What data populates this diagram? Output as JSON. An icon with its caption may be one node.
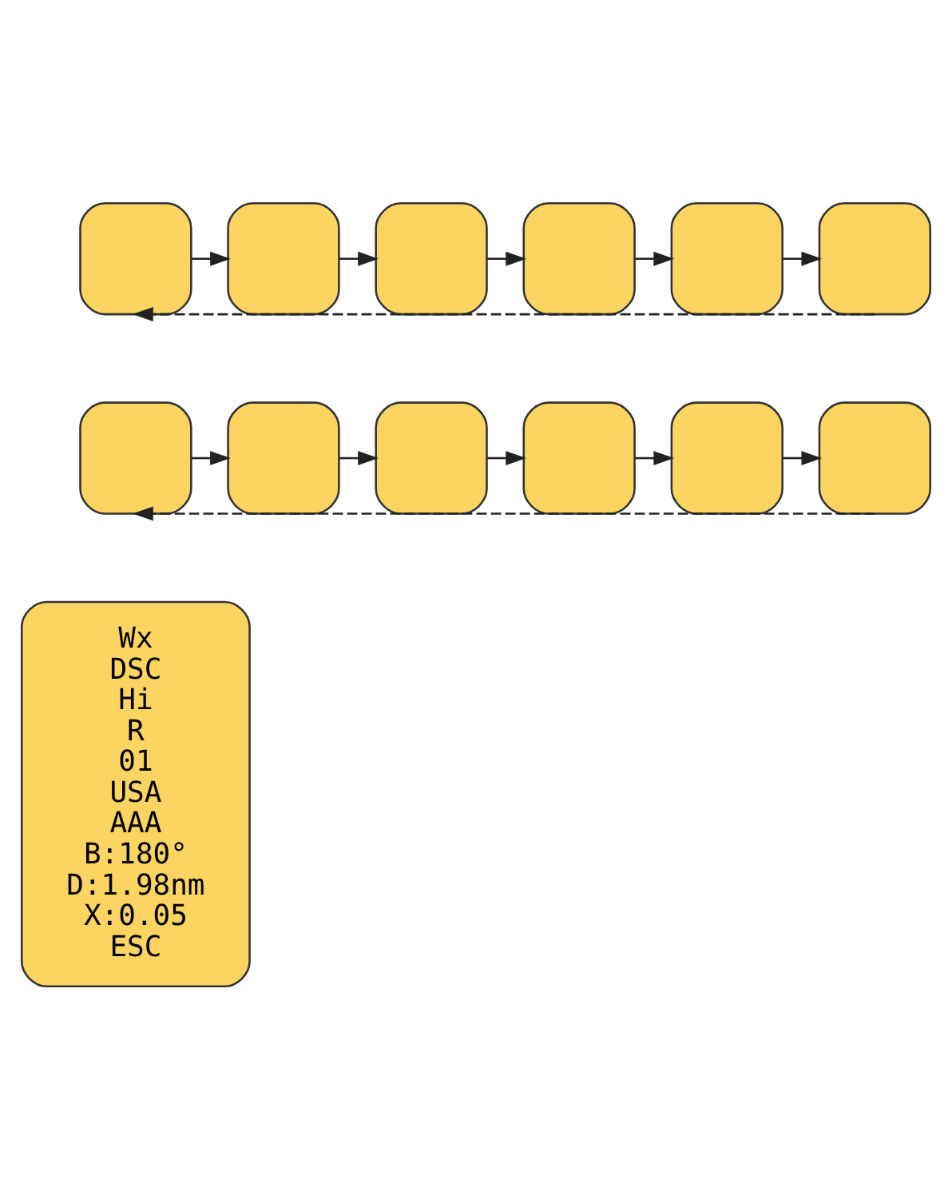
{
  "diagram": {
    "nodes": [
      {
        "text": [],
        "shape": "box"
      },
      {
        "text": [],
        "shape": "box"
      },
      {
        "text": [],
        "shape": "box"
      },
      {
        "text": [],
        "shape": "box"
      },
      {
        "text": [],
        "shape": "box"
      },
      {
        "text": [],
        "shape": "box"
      },
      {
        "text": [],
        "shape": "box"
      },
      {
        "text": [],
        "shape": "box"
      },
      {
        "text": [],
        "shape": "box"
      },
      {
        "text": [],
        "shape": "box"
      },
      {
        "text": [],
        "shape": "box"
      },
      {
        "text": [],
        "shape": "box"
      },
      {
        "text": [
          "Wx",
          "DSC",
          "Hi",
          "R",
          "01",
          "USA",
          "AAA",
          "B:180°",
          "D:1.98nm",
          "X:0.05",
          "ESC"
        ]
      }
    ],
    "edges": [
      {
        "from": 0,
        "to": 1,
        "arrow": "to"
      },
      {
        "from": 1,
        "to": 2,
        "arrow": "to"
      },
      {
        "from": 2,
        "to": 3,
        "arrow": "to"
      },
      {
        "from": 3,
        "to": 4,
        "arrow": "to"
      },
      {
        "from": 4,
        "to": 5,
        "arrow": "to"
      },
      {
        "from": 5,
        "to": 0,
        "arrow": "to",
        "style": "dashed"
      },
      {
        "from": 6,
        "to": 7,
        "arrow": "to"
      },
      {
        "from": 7,
        "to": 8,
        "arrow": "to"
      },
      {
        "from": 8,
        "to": 9,
        "arrow": "to"
      },
      {
        "from": 9,
        "to": 10,
        "arrow": "to"
      },
      {
        "from": 10,
        "to": 11,
        "arrow": "to"
      },
      {
        "from": 11,
        "to": 6,
        "arrow": "to",
        "style": "dashed"
      }
    ]
  }
}
